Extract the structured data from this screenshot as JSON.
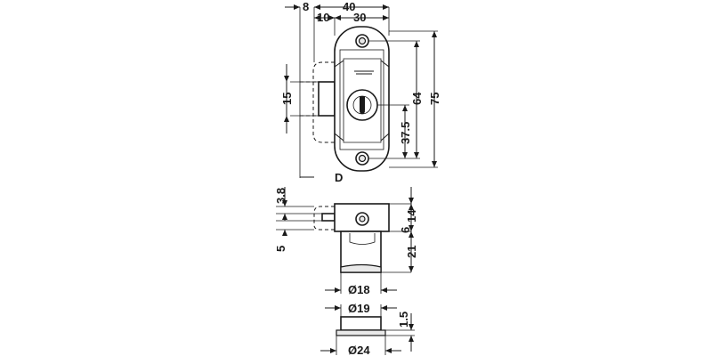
{
  "drawing": {
    "front_view": {
      "dim_top_overall": "40",
      "dim_top_left": "8",
      "dim_top_inner_left": "10",
      "dim_top_inner_right": "30",
      "dim_left_height": "15",
      "dim_right_inner": "64",
      "dim_right_overall": "75",
      "dim_right_lower": "37.5",
      "label_bottom": "D"
    },
    "side_view": {
      "dim_left_top": "3.8",
      "dim_left_bottom": "5",
      "dim_right_top": "14",
      "dim_right_mid": "6",
      "dim_right_cyl": "21",
      "dim_diameter": "Ø18"
    },
    "collar_view": {
      "dim_top_diameter": "Ø19",
      "dim_right_height": "1.5",
      "dim_bottom_diameter": "Ø24"
    }
  }
}
